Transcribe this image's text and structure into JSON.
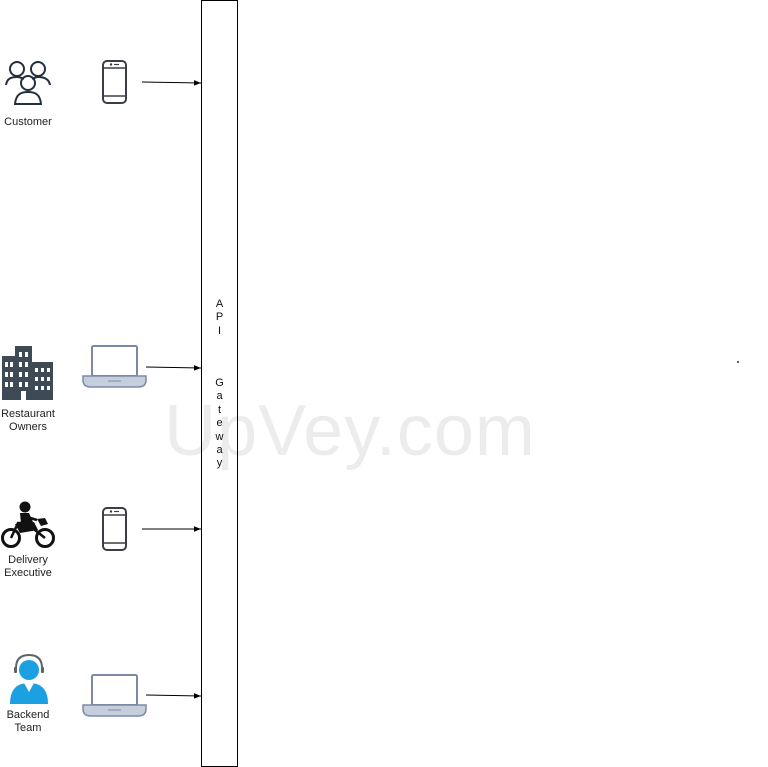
{
  "actors": [
    {
      "label": "Customer",
      "icon": "users-icon",
      "device": "smartphone-icon"
    },
    {
      "label": "Restaurant\nOwners",
      "icon": "buildings-icon",
      "device": "laptop-icon"
    },
    {
      "label": "Delivery\nExecutive",
      "icon": "motorbike-rider-icon",
      "device": "smartphone-icon"
    },
    {
      "label": "Backend\nTeam",
      "icon": "support-agent-icon",
      "device": "laptop-icon"
    }
  ],
  "gateway": {
    "line1": "A\nP\nI",
    "line2": "G\na\nt\ne\nw\na\ny"
  },
  "watermark": "UpVey.com",
  "colors": {
    "outline": "#232f3e",
    "device": "#3b3f45",
    "laptop": "#7a8aa6",
    "building": "#3e4a56",
    "agent": "#1ba1e2",
    "rider": "#111111"
  }
}
